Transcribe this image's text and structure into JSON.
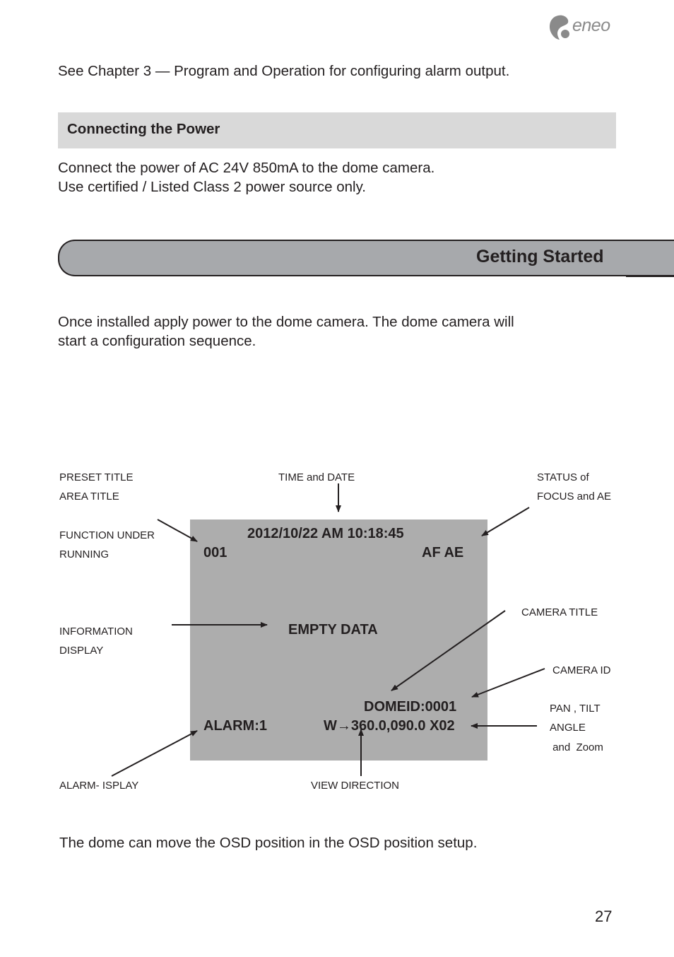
{
  "brand": {
    "logo_text": "eneo"
  },
  "intro": "See Chapter 3 — Program and Operation for configuring alarm output.",
  "power_section": {
    "title": "Connecting the Power",
    "lines": [
      "Connect the power of AC 24V 850mA to the dome camera.",
      "Use certified / Listed Class 2 power source only."
    ]
  },
  "chapter": {
    "title": "Getting Started",
    "lines": [
      "Once installed apply power to the dome camera. The dome camera will",
      "start a configuration sequence."
    ]
  },
  "osd": {
    "datetime": "2012/10/22  AM 10:18:45",
    "preset_number": "001",
    "focus_status": "AF AE",
    "info": "EMPTY DATA",
    "dome_id": "DOMEID:0001",
    "alarm": "ALARM:1",
    "direction": "W→360.0,090.0 X02"
  },
  "labels": {
    "preset_title": "PRESET TITLE",
    "area_title": "AREA TITLE",
    "time_date": "TIME and DATE",
    "status_1": "STATUS of",
    "status_2": "FOCUS and AE",
    "function_1": "FUNCTION UNDER",
    "function_2": "RUNNING",
    "camera_title": "CAMERA TITLE",
    "info_1": "INFORMATION",
    "info_2": "DISPLAY",
    "camera_id": "CAMERA ID",
    "pan_1": "PAN , TILT",
    "pan_2": "ANGLE",
    "pan_3": " and  Zoom",
    "alarm_display": "ALARM- ISPLAY",
    "view_direction": "VIEW DIRECTION"
  },
  "footer_text": "The dome can move the OSD position in the OSD position setup.",
  "page_number": "27"
}
